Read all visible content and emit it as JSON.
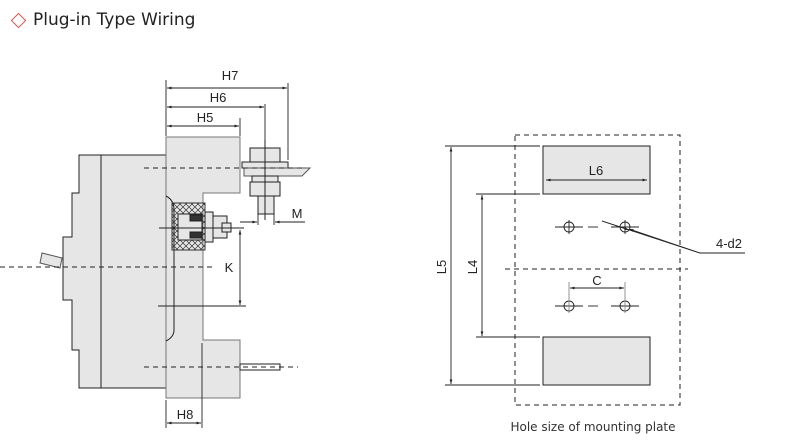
{
  "header": {
    "icon": "diamond-icon",
    "title": "Plug-in Type Wiring"
  },
  "side_view": {
    "dimensions": {
      "h7": "H7",
      "h6": "H6",
      "h5": "H5",
      "m": "M",
      "k": "K",
      "h8": "H8"
    }
  },
  "plate_view": {
    "dimensions": {
      "l5": "L5",
      "l4": "L4",
      "l6": "L6",
      "c": "C",
      "holes": "4-d2"
    },
    "caption": "Hole size of mounting plate"
  },
  "colors": {
    "accent": "#d9534f",
    "fill": "#e6e6e6",
    "line": "#222222"
  }
}
